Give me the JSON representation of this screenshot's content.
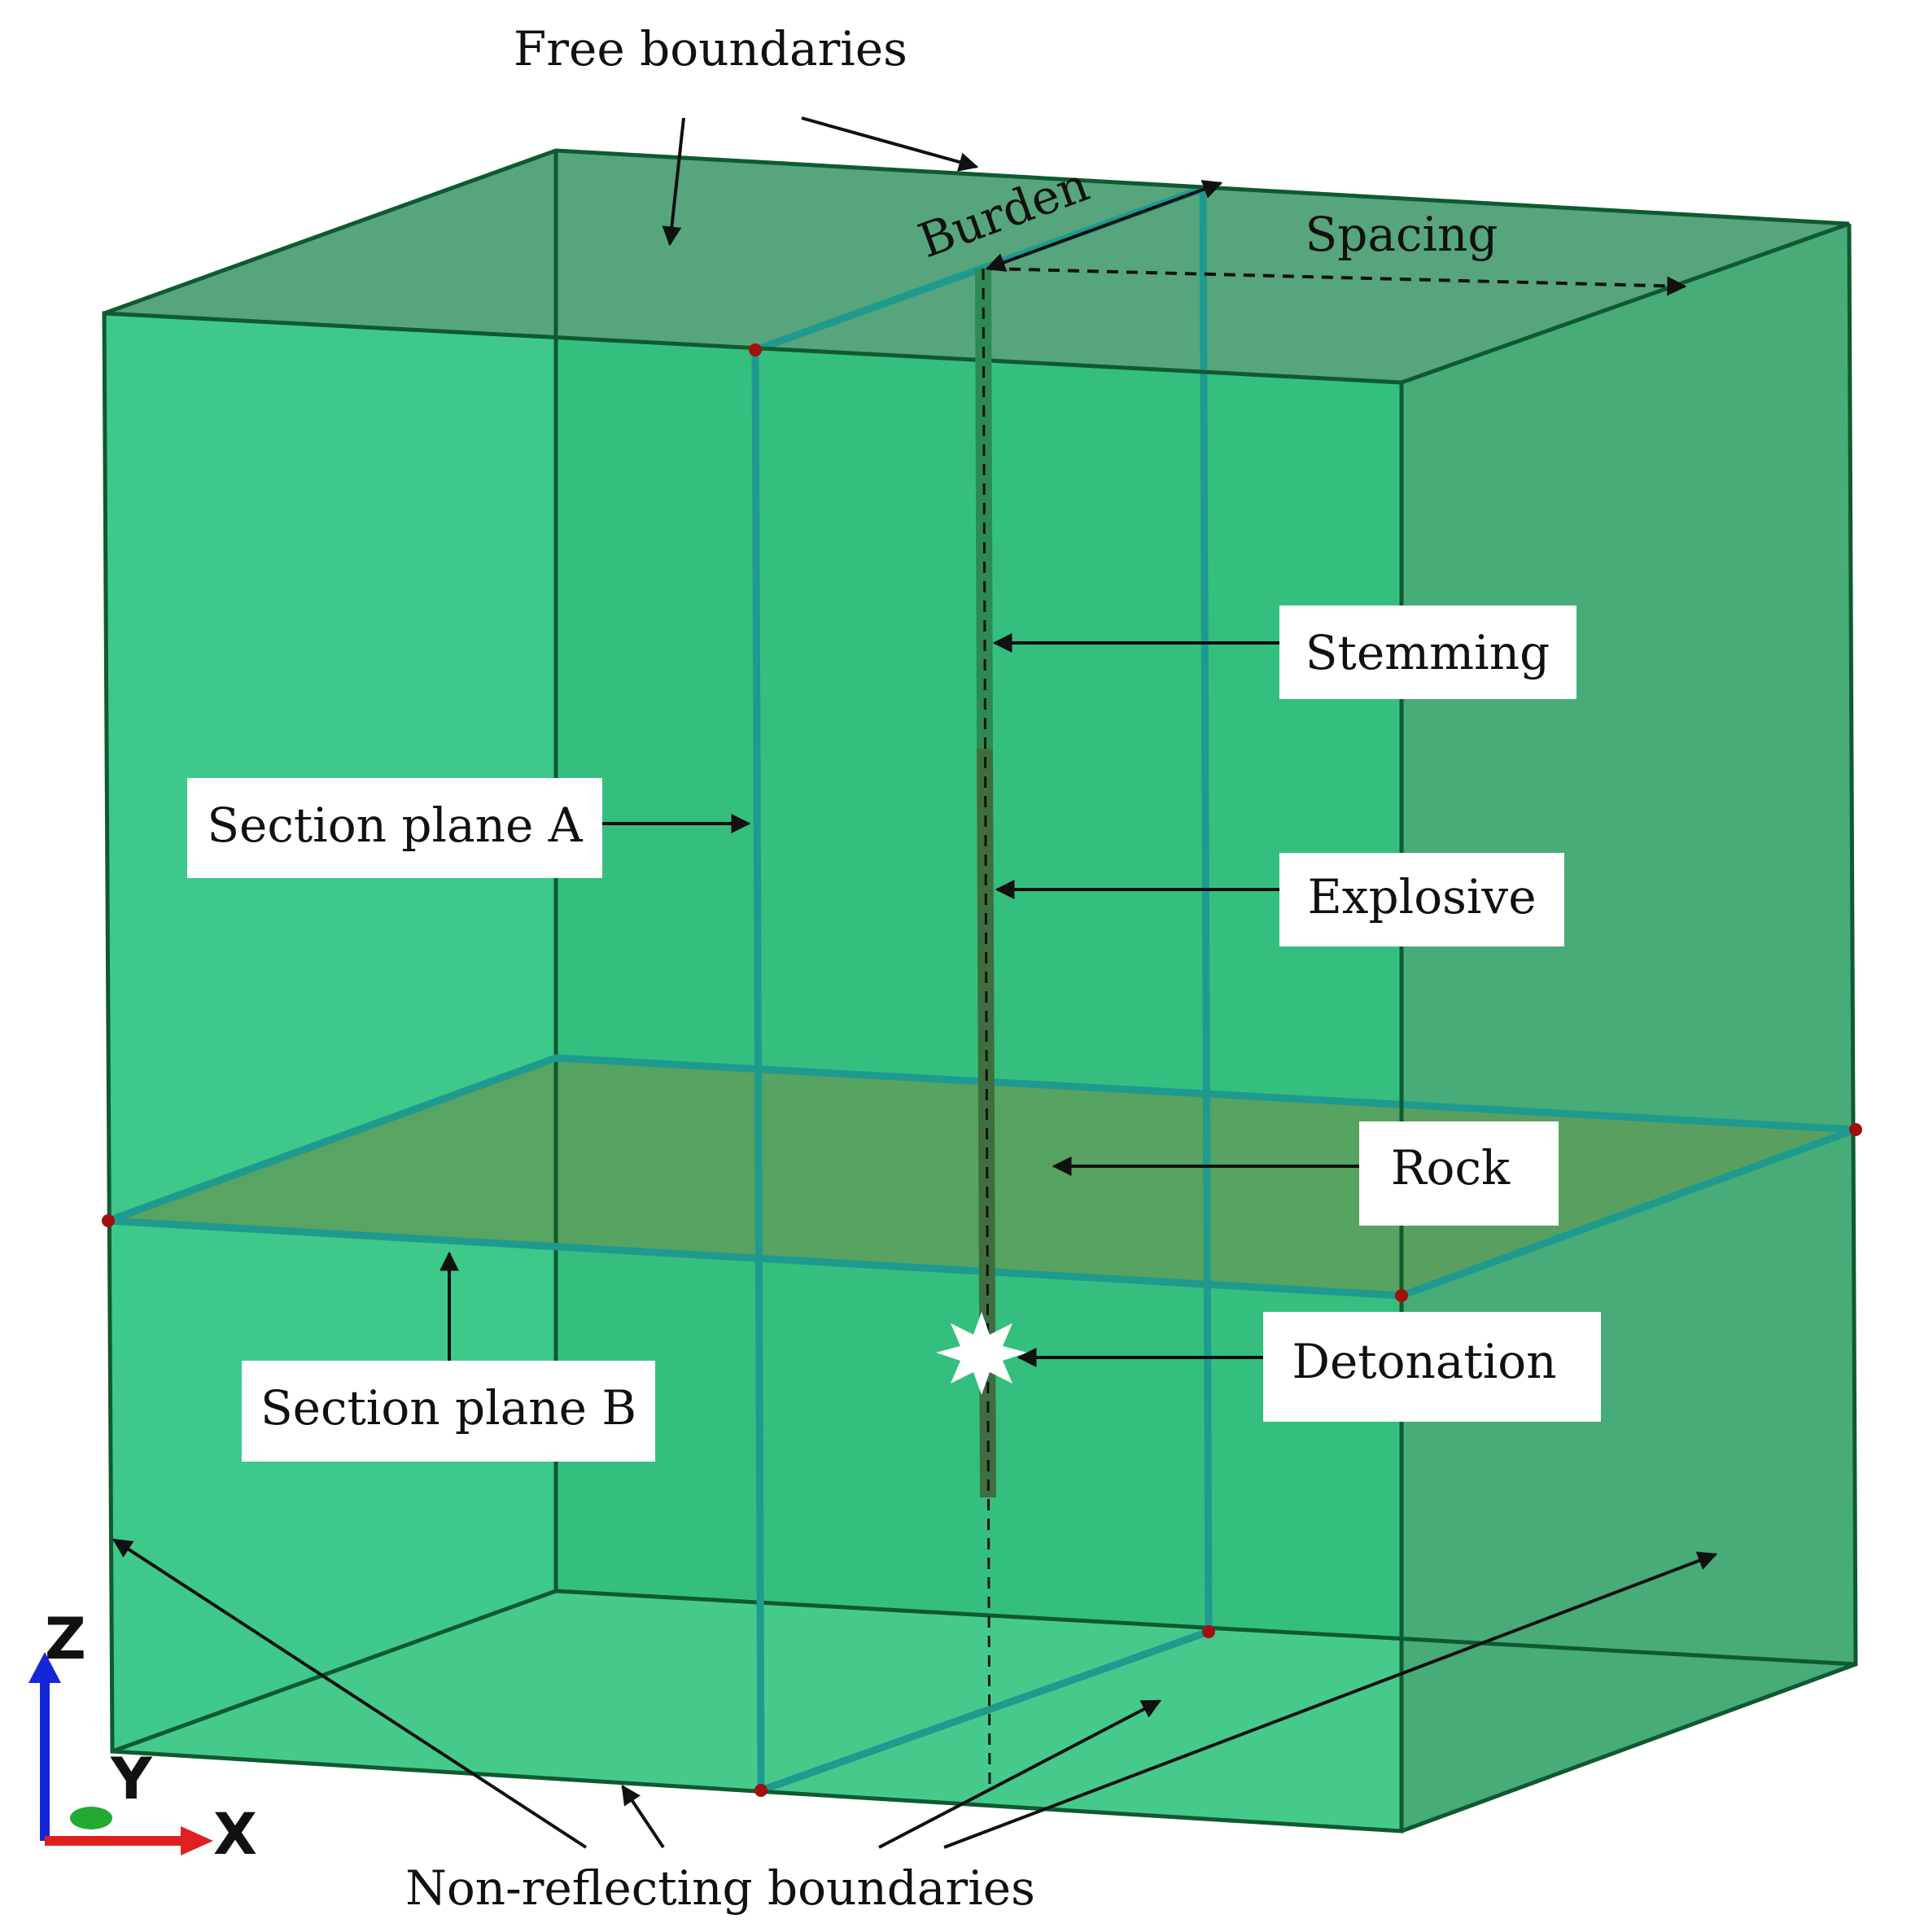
{
  "labels": {
    "free_boundaries": "Free boundaries",
    "burden": "Burden",
    "spacing": "Spacing",
    "stemming": "Stemming",
    "section_plane_a": "Section plane A",
    "explosive": "Explosive",
    "rock": "Rock",
    "detonation": "Detonation",
    "section_plane_b": "Section plane B",
    "non_reflecting_boundaries": "Non-reflecting boundaries"
  },
  "axes": {
    "z": "Z",
    "y": "Y",
    "x": "X"
  },
  "colors": {
    "front_face": "#2ecb84",
    "top_face": "#57a57c",
    "right_face": "#47ac78",
    "back_face": "#3fb27a",
    "section_plane_b": "#5d9e5c",
    "section_edges": "#1f9a8f",
    "box_edges": "#0f5a30",
    "charge": "#3f6e3e",
    "axis_z": "#1326d8",
    "axis_x": "#e02020",
    "axis_y": "#22aa33"
  }
}
